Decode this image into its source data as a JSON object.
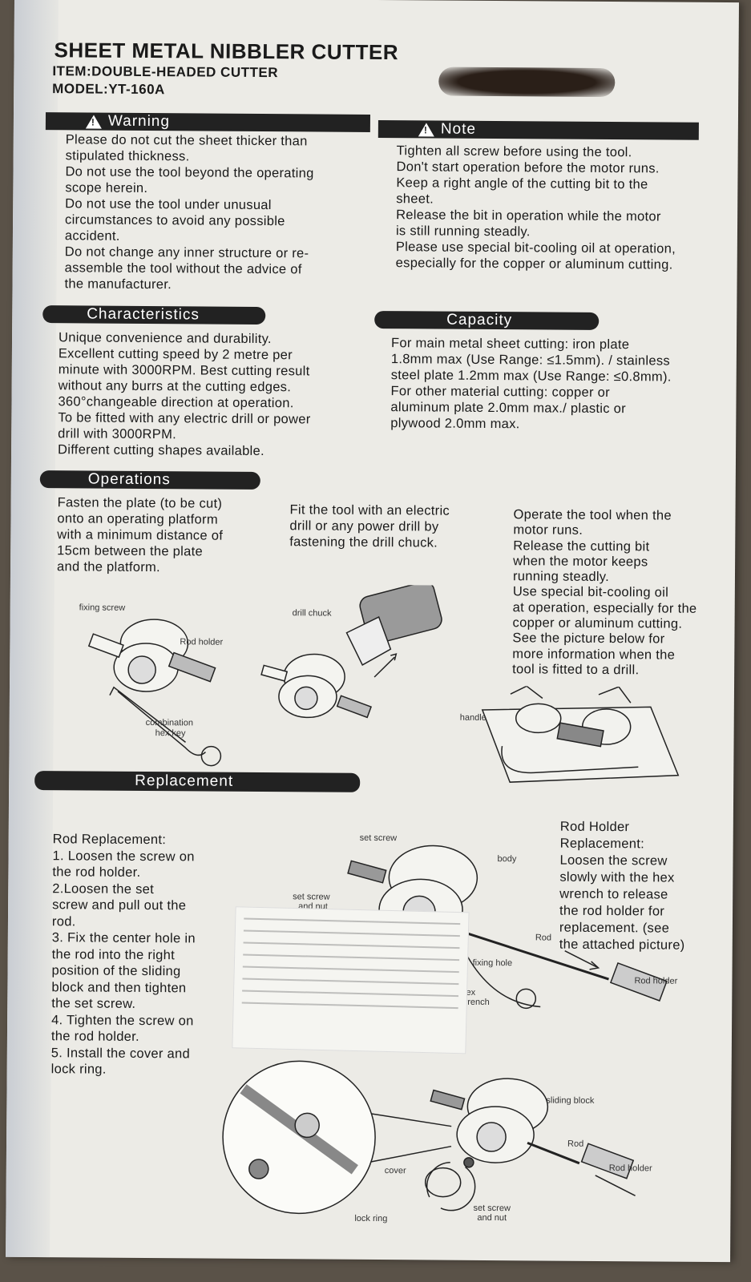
{
  "header": {
    "title": "SHEET METAL NIBBLER CUTTER",
    "item": "ITEM:DOUBLE-HEADED CUTTER",
    "model": "MODEL:YT-160A"
  },
  "warning": {
    "heading": "Warning",
    "lines": [
      "Please do not cut the sheet thicker than",
      "stipulated thickness.",
      "Do not use the tool beyond the operating",
      "scope herein.",
      "Do not use the tool under unusual",
      "circumstances to avoid any possible",
      "accident.",
      "Do not change any inner structure or re-",
      "assemble the tool without the advice of",
      "the manufacturer."
    ]
  },
  "note": {
    "heading": "Note",
    "lines": [
      "Tighten all screw before using the tool.",
      "Don't start operation before the motor runs.",
      "Keep a right angle of the cutting bit to the",
      "sheet.",
      "Release the bit in operation while the motor",
      "is still running steadly.",
      "Please use special bit-cooling oil at operation,",
      "especially for the copper or aluminum cutting."
    ]
  },
  "characteristics": {
    "heading": "Characteristics",
    "lines": [
      "Unique convenience and durability.",
      "Excellent cutting speed by 2 metre per",
      "minute with 3000RPM. Best cutting result",
      "without any burrs at the cutting edges.",
      "360°changeable direction at operation.",
      "To be fitted with any electric drill or power",
      "drill with 3000RPM.",
      "Different cutting shapes available."
    ]
  },
  "capacity": {
    "heading": "Capacity",
    "lines": [
      "For main metal sheet cutting: iron plate",
      "1.8mm max (Use Range: ≤1.5mm). / stainless",
      "steel plate 1.2mm max (Use Range: ≤0.8mm).",
      "For other material cutting: copper or",
      "aluminum plate 2.0mm max./ plastic or",
      "plywood 2.0mm max."
    ]
  },
  "operations": {
    "heading": "Operations",
    "col1": [
      "Fasten the plate (to be cut)",
      "onto an operating platform",
      "with a minimum distance of",
      "15cm between the plate",
      "and the platform."
    ],
    "col2": [
      "Fit the tool with an electric",
      "drill or any power drill by",
      "fastening the drill chuck."
    ],
    "col3": [
      "Operate the tool when the",
      "motor runs.",
      "Release the cutting bit",
      "when the motor keeps",
      "running steadly.",
      "Use special bit-cooling oil",
      "at operation, especially for the",
      "copper or aluminum cutting.",
      "See the picture below for",
      "more information when the",
      "tool is fitted to a drill."
    ],
    "labels": {
      "fixing_screw": "fixing screw",
      "rod_holder": "Rod holder",
      "combination": "combination",
      "hex_key": "hex key",
      "drill_chuck": "drill chuck",
      "handle": "handle"
    }
  },
  "replacement": {
    "heading": "Replacement",
    "rod_title": "Rod Replacement:",
    "rod_steps": [
      "1. Loosen the screw on",
      "the rod holder.",
      "2.Loosen the set",
      "screw and pull out the",
      "rod.",
      "3. Fix the center hole in",
      "the rod into the right",
      "position of the sliding",
      "block and then tighten",
      "the set screw.",
      "4. Tighten the screw on",
      "the rod holder.",
      "5. Install the cover and",
      "lock ring."
    ],
    "holder_lines": [
      "Rod Holder",
      "Replacement:",
      "Loosen the screw",
      "slowly with the hex",
      "wrench to release",
      "the rod holder for",
      "replacement. (see",
      "the attached picture)"
    ],
    "labels": {
      "set_screw": "set screw",
      "body": "body",
      "set_screw_and_nut_1": "set screw",
      "set_screw_and_nut_2": "and nut",
      "rod": "Rod",
      "fixing_hole": "fixing hole",
      "hex": "hex",
      "wrench": "wrench",
      "rod_holder": "Rod holder",
      "sliding_block": "sliding block",
      "rod2": "Rod",
      "rod_holder2": "Rod holder",
      "cover": "cover",
      "lock_ring": "lock ring",
      "set_screw2": "set screw",
      "and_nut2": "and nut"
    }
  }
}
